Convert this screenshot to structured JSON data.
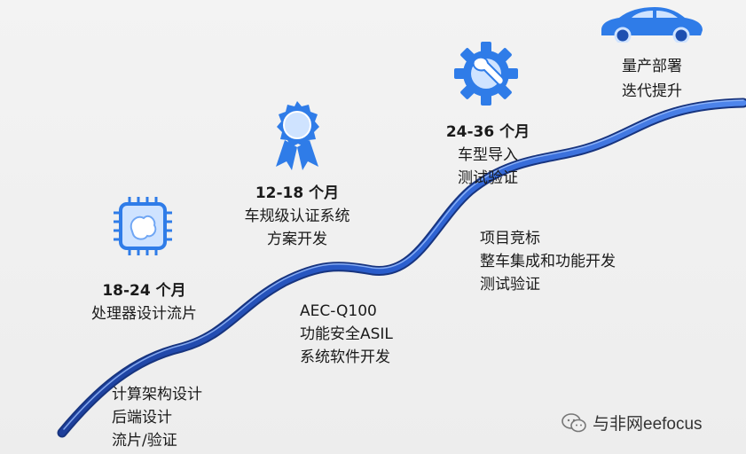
{
  "colors": {
    "curve_dark": "#1d3f9b",
    "curve_light": "#4f86ec",
    "icon_blue": "#2f7ce8"
  },
  "stages": [
    {
      "icon": "processor-chip-icon",
      "title": "18-24 个月",
      "lines": [
        "处理器设计流片"
      ]
    },
    {
      "icon": "certificate-badge-icon",
      "title": "12-18 个月",
      "lines": [
        "车规级认证系统",
        "方案开发"
      ]
    },
    {
      "icon": "gear-wrench-icon",
      "title": "24-36 个月",
      "lines": [
        "车型导入",
        "测试验证"
      ]
    },
    {
      "icon": "car-icon",
      "title": "",
      "lines": [
        "量产部署",
        "迭代提升"
      ]
    }
  ],
  "curve_labels": [
    {
      "lines": [
        "计算架构设计",
        "后端设计",
        "流片/验证"
      ]
    },
    {
      "lines": [
        "AEC-Q100",
        "功能安全ASIL",
        "系统软件开发"
      ]
    },
    {
      "lines": [
        "项目竞标",
        "整车集成和功能开发",
        "测试验证"
      ]
    }
  ],
  "watermark": {
    "icon": "wechat-icon",
    "text": "与非网eefocus"
  }
}
